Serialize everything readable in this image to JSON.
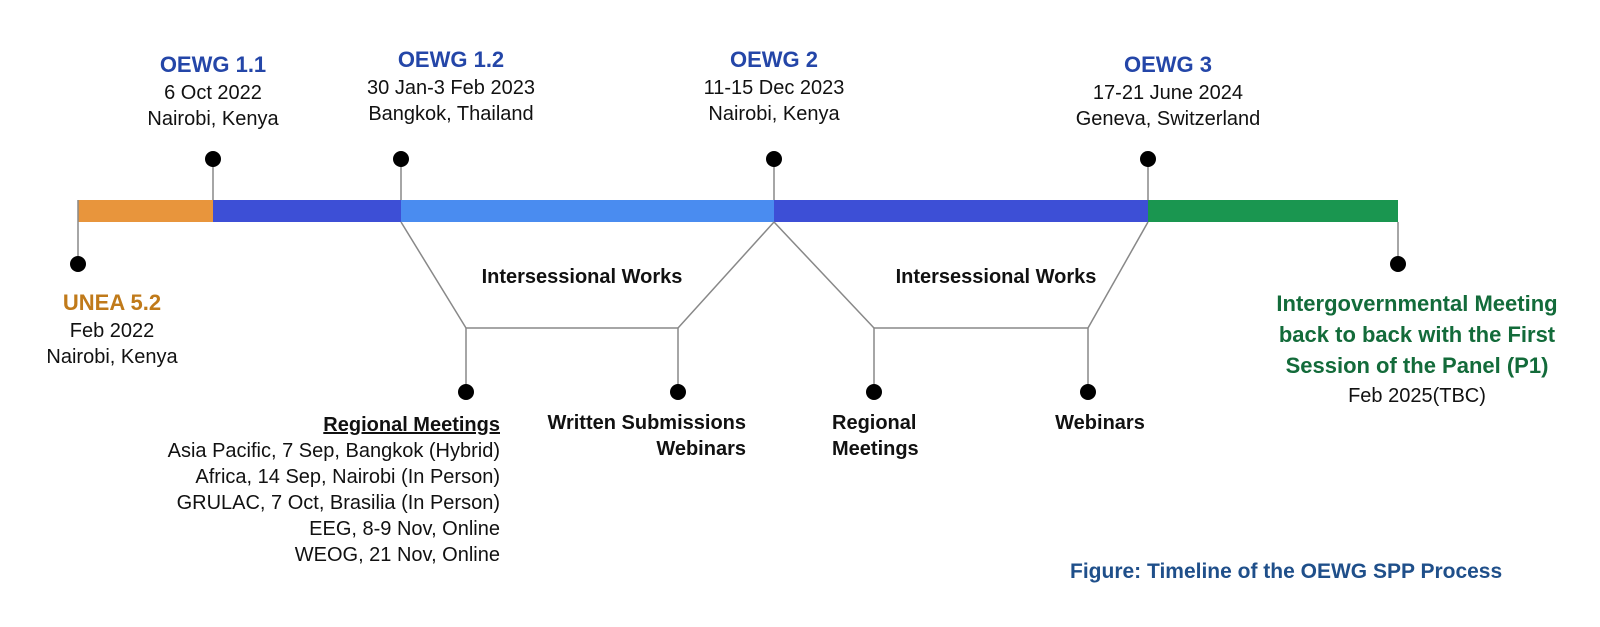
{
  "milestones": {
    "unea": {
      "title": "UNEA 5.2",
      "date": "Feb 2022",
      "place": "Nairobi, Kenya"
    },
    "oewg11": {
      "title": "OEWG 1.1",
      "date": "6 Oct 2022",
      "place": "Nairobi, Kenya"
    },
    "oewg12": {
      "title": "OEWG 1.2",
      "date": "30 Jan-3 Feb 2023",
      "place": "Bangkok, Thailand"
    },
    "oewg2": {
      "title": "OEWG 2",
      "date": "11-15 Dec 2023",
      "place": "Nairobi, Kenya"
    },
    "oewg3": {
      "title": "OEWG 3",
      "date": "17-21 June 2024",
      "place": "Geneva, Switzerland"
    },
    "igm": {
      "title": "Intergovernmental Meeting back to back with the First Session of the Panel (P1)",
      "date": "Feb 2025(TBC)"
    }
  },
  "intersessional": {
    "first": {
      "label": "Intersessional Works",
      "regional_title": "Regional Meetings",
      "regional_items": [
        "Asia Pacific, 7 Sep, Bangkok (Hybrid)",
        "Africa, 14 Sep, Nairobi (In Person)",
        "GRULAC, 7 Oct, Brasilia (In Person)",
        "EEG, 8-9 Nov, Online",
        "WEOG, 21 Nov, Online"
      ],
      "written_line1": "Written Submissions",
      "written_line2": "Webinars"
    },
    "second": {
      "label": "Intersessional Works",
      "regional_line1": "Regional",
      "regional_line2": "Meetings",
      "webinars": "Webinars"
    }
  },
  "caption": "Figure: Timeline of the OEWG SPP Process",
  "colors": {
    "unea_segment": "#e8953c",
    "oewg11_segment": "#3d4fd6",
    "oewg12_segment": "#4a8cf0",
    "oewg2_segment": "#3d4fd6",
    "final_segment": "#1a9650",
    "title_blue": "#2446a8",
    "unea_text": "#c07a1a",
    "igm_text": "#136b3a"
  }
}
